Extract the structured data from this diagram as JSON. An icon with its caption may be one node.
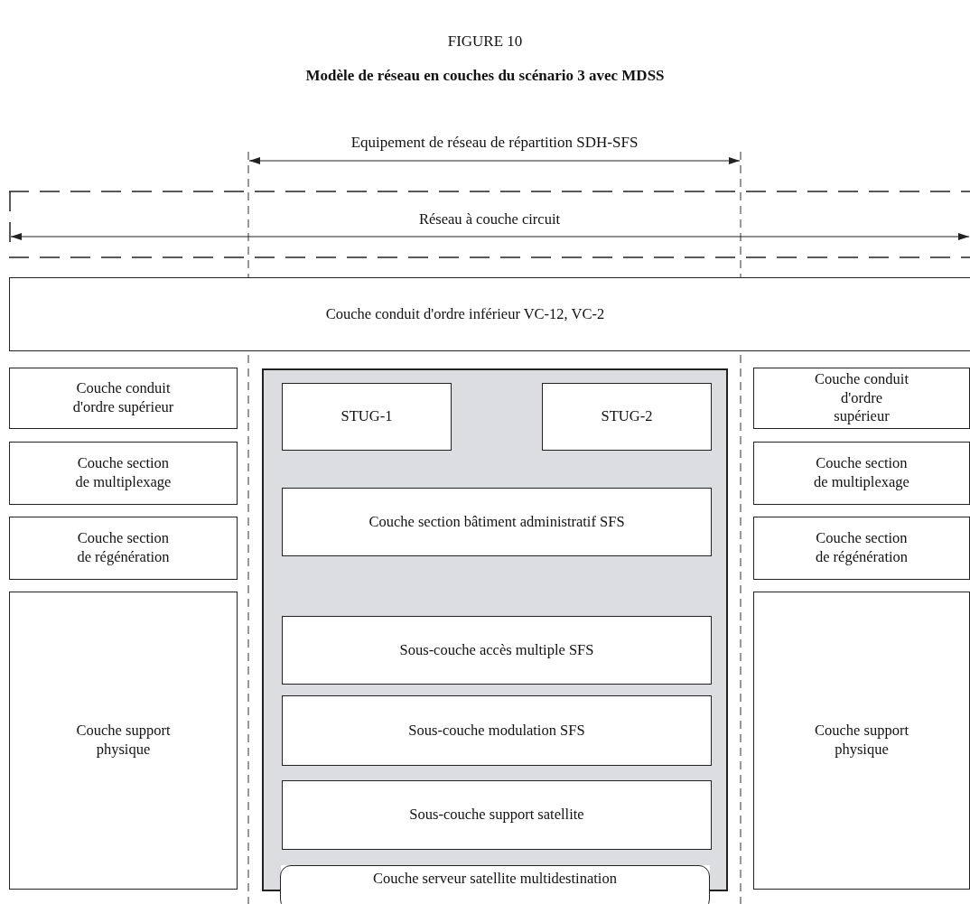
{
  "diagram": {
    "title": "Modèle de réseau en couches du scénario 3 avec MDSS",
    "nodes": [
      {
        "text": [
          "Réseau à couche circuit"
        ]
      },
      {
        "text": [
          "Couche conduit d'ordre inférieur VC-12, VC-2"
        ]
      },
      {
        "text": [
          "Couche conduit d'ordre supérieur"
        ]
      },
      {
        "text": [
          "Couche section de multiplexage"
        ]
      },
      {
        "text": [
          "Couche section de régénération"
        ]
      },
      {
        "text": [
          "Couche support physique"
        ]
      },
      {
        "text": [],
        "shape": "box"
      },
      {
        "text": [
          "STUG-1"
        ],
        "in": 6
      },
      {
        "text": [
          "STUG-2"
        ],
        "in": 6
      },
      {
        "text": [
          "Couche section bâtiment administratif  SFS"
        ],
        "in": 6
      },
      {
        "text": [
          "Sous-couche accès multiple SFS"
        ],
        "in": 6
      },
      {
        "text": [
          "Sous-couche modulation SFS"
        ],
        "in": 6
      },
      {
        "text": [
          "Sous-couche support satellite"
        ],
        "in": 6
      },
      {
        "text": [
          "Couche serveur satellite multidestination"
        ]
      },
      {
        "text": [
          "Couche conduit d'ordre supérieur"
        ]
      },
      {
        "text": [
          "Couche section de multiplexage"
        ]
      },
      {
        "text": [
          "Couche section de régénération"
        ]
      },
      {
        "text": [
          "Couche support physique"
        ]
      }
    ],
    "labels": [
      "FIGURE 10",
      "Equipement de réseau de répartition SDH-SFS"
    ]
  }
}
